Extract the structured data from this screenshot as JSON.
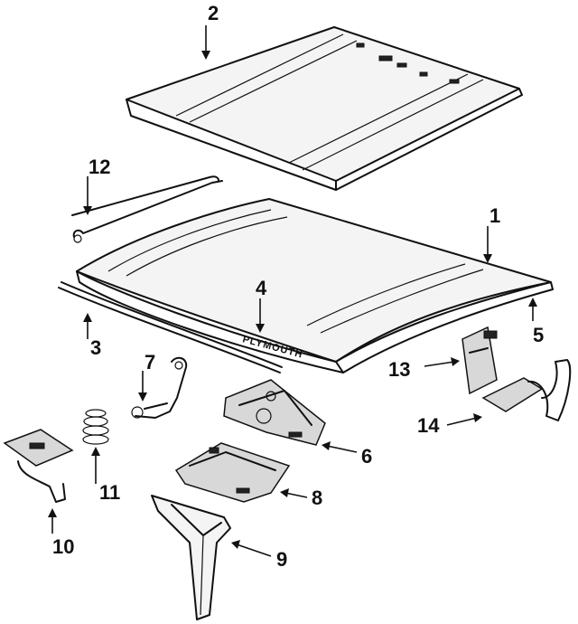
{
  "diagram": {
    "callouts": {
      "c1": "1",
      "c2": "2",
      "c3": "3",
      "c4": "4",
      "c5": "5",
      "c6": "6",
      "c7": "7",
      "c8": "8",
      "c9": "9",
      "c10": "10",
      "c11": "11",
      "c12": "12",
      "c13": "13",
      "c14": "14"
    },
    "hood_emblem_text": "PLYMOUTH"
  }
}
